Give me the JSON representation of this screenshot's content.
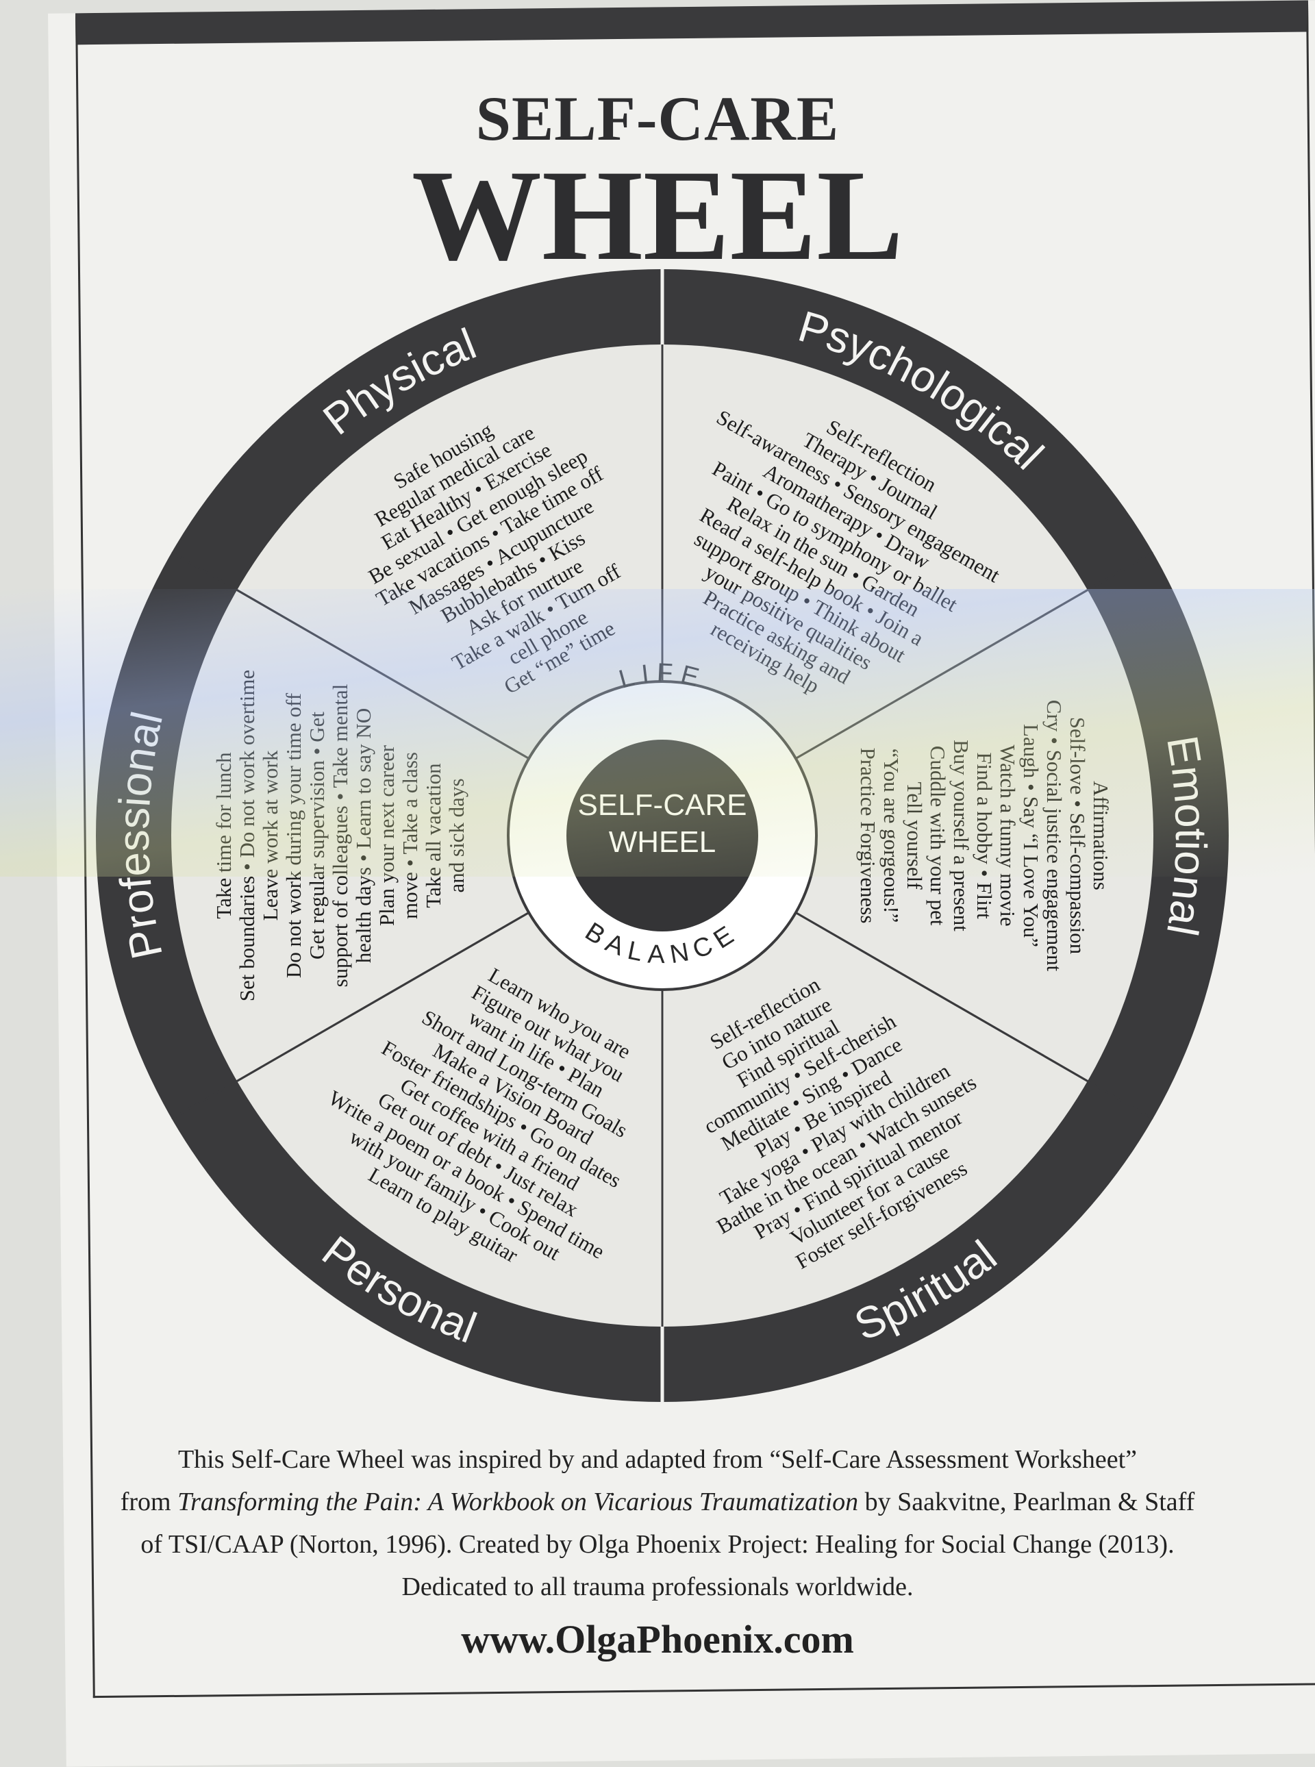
{
  "title": {
    "line1": "SELF-CARE",
    "line2": "WHEEL"
  },
  "hub": {
    "line1": "SELF-CARE",
    "line2": "WHEEL",
    "arc_top": "LIFE",
    "arc_bottom": "BALANCE"
  },
  "segments": [
    {
      "name": "Physical",
      "items": [
        "Safe housing",
        "Regular medical care",
        "Eat Healthy • Exercise",
        "Be sexual • Get enough sleep",
        "Take vacations • Take time off",
        "Massages • Acupuncture",
        "Bubblebaths • Kiss",
        "Ask for nurture",
        "Take a walk • Turn off",
        "cell phone",
        "Get “me” time"
      ]
    },
    {
      "name": "Psychological",
      "items": [
        "Self-reflection",
        "Therapy • Journal",
        "Self-awareness • Sensory engagement",
        "Aromatherapy • Draw",
        "Paint • Go to symphony or ballet",
        "Relax in the sun • Garden",
        "Read a self-help book • Join a",
        "support group • Think about",
        "your positive qualities",
        "Practice asking and",
        "receiving help"
      ]
    },
    {
      "name": "Emotional",
      "items": [
        "Affirmations",
        "Self-love • Self-compassion",
        "Cry • Social justice engagement",
        "Laugh • Say “I Love You”",
        "Watch a funny movie",
        "Find a hobby • Flirt",
        "Buy yourself a present",
        "Cuddle with your pet",
        "Tell yourself",
        "“You are gorgeous!”",
        "Practice Forgiveness"
      ]
    },
    {
      "name": "Spiritual",
      "items": [
        "Self-reflection",
        "Go into nature",
        "Find spiritual",
        "community • Self-cherish",
        "Meditate • Sing • Dance",
        "Play • Be inspired",
        "Take yoga • Play with children",
        "Bathe in the ocean • Watch sunsets",
        "Pray • Find spiritual mentor",
        "Volunteer for a cause",
        "Foster self-forgiveness"
      ]
    },
    {
      "name": "Personal",
      "items": [
        "Learn who you are",
        "Figure out what you",
        "want in life • Plan",
        "Short and Long-term Goals",
        "Make a Vision Board",
        "Foster friendships • Go on dates",
        "Get coffee with a friend",
        "Get out of debt • Just relax",
        "Write a poem or a book • Spend time",
        "with your family • Cook out",
        "Learn to play guitar"
      ]
    },
    {
      "name": "Professional",
      "items": [
        "Take time for lunch",
        "Set boundaries • Do not work overtime",
        "Leave work at work",
        "Do not work during your time off",
        "Get regular supervision • Get",
        "support of colleagues • Take mental",
        "health days • Learn to say NO",
        "Plan your next career",
        "move • Take a class",
        "Take all vacation",
        "and sick days"
      ]
    }
  ],
  "credit": {
    "part1": "This Self-Care Wheel was inspired by and adapted from “Self-Care Assessment Worksheet”",
    "part2": "from ",
    "book": "Transforming the Pain: A Workbook on Vicarious Traumatization",
    "part3": " by Saakvitne, Pearlman & Staff",
    "part4": "of TSI/CAAP (Norton, 1996). Created by Olga Phoenix Project: Healing for Social Change (2013).",
    "part5": "Dedicated to all trauma professionals worldwide."
  },
  "website": "www.OlgaPhoenix.com",
  "colors": {
    "ring": "#3a3a3c",
    "segment_fill": "#e8e8e4",
    "text": "#1c1c1c",
    "paper": "#f1f1ee"
  }
}
